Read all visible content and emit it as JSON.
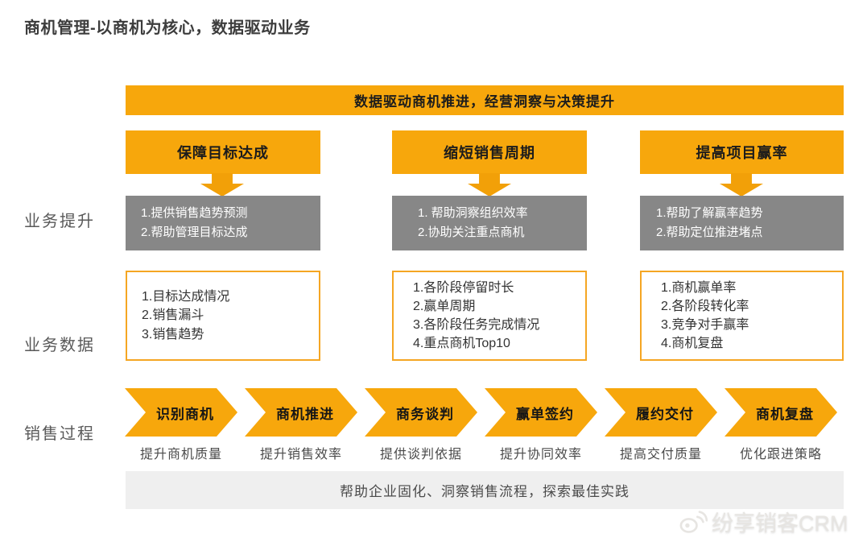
{
  "page": {
    "title": "商机管理-以商机为核心，数据驱动业务",
    "banner": "数据驱动商机推进，经营洞察与决策提升",
    "bottom_banner": "帮助企业固化、洞察销售流程，探索最佳实践",
    "watermark": "纷享销客CRM",
    "colors": {
      "accent_yellow": "#F7A70C",
      "box_gray": "#878787",
      "bottom_bar_gray": "#EFEFEF"
    }
  },
  "row_labels": [
    {
      "label": "业务提升"
    },
    {
      "label": "业务数据"
    },
    {
      "label": "销售过程"
    }
  ],
  "columns": [
    {
      "header": "保障目标达成",
      "benefits": [
        "1.提供销售趋势预测",
        "2.帮助管理目标达成"
      ],
      "data_items": [
        "1.目标达成情况",
        "2.销售漏斗",
        "3.销售趋势"
      ]
    },
    {
      "header": "缩短销售周期",
      "benefits": [
        "1. 帮助洞察组织效率",
        "2.协助关注重点商机"
      ],
      "data_items": [
        "1.各阶段停留时长",
        "2.赢单周期",
        "3.各阶段任务完成情况",
        "4.重点商机Top10"
      ]
    },
    {
      "header": "提高项目赢率",
      "benefits": [
        "1.帮助了解赢率趋势",
        "2.帮助定位推进堵点"
      ],
      "data_items": [
        "1.商机赢单率",
        "2.各阶段转化率",
        "3.竞争对手赢率",
        "4.商机复盘"
      ]
    }
  ],
  "process_steps": [
    {
      "name": "识别商机",
      "caption": "提升商机质量"
    },
    {
      "name": "商机推进",
      "caption": "提升销售效率"
    },
    {
      "name": "商务谈判",
      "caption": "提供谈判依据"
    },
    {
      "name": "赢单签约",
      "caption": "提升协同效率"
    },
    {
      "name": "履约交付",
      "caption": "提高交付质量"
    },
    {
      "name": "商机复盘",
      "caption": "优化跟进策略"
    }
  ]
}
